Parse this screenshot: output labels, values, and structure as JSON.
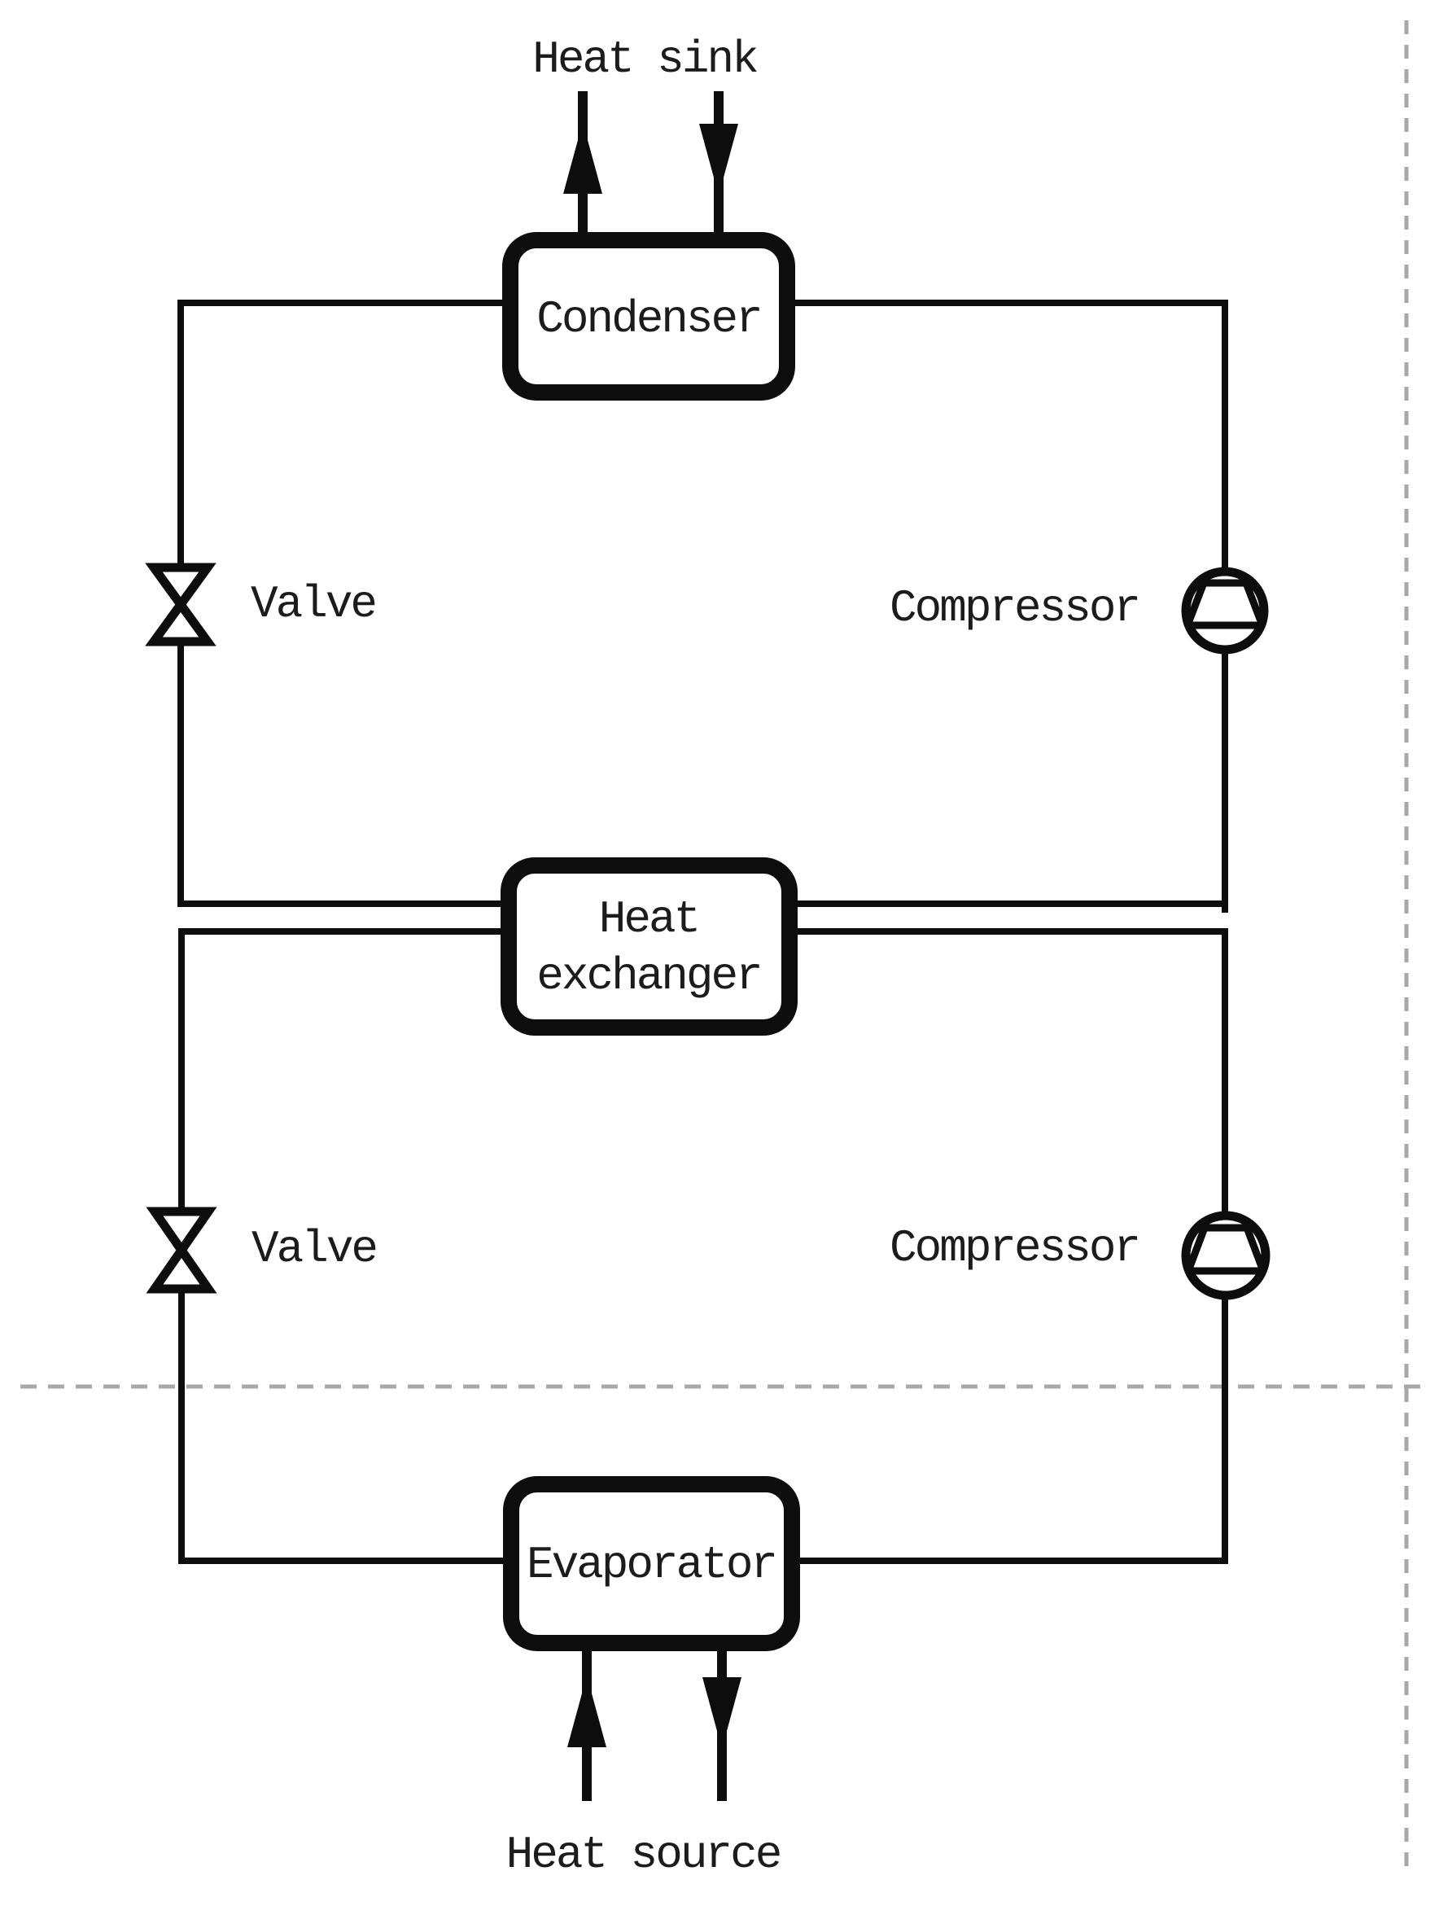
{
  "diagram": {
    "labels": {
      "heat_sink": "Heat sink",
      "heat_source": "Heat source",
      "condenser": "Condenser",
      "heat_exchanger_line1": "Heat",
      "heat_exchanger_line2": "exchanger",
      "evaporator": "Evaporator",
      "upper_valve": "Valve",
      "upper_compressor": "Compressor",
      "lower_valve": "Valve",
      "lower_compressor": "Compressor"
    },
    "colors": {
      "line": "#0d0d0d",
      "text": "#1c1c1c",
      "dashed_guide": "#a8a8a8",
      "background": "#ffffff"
    }
  }
}
